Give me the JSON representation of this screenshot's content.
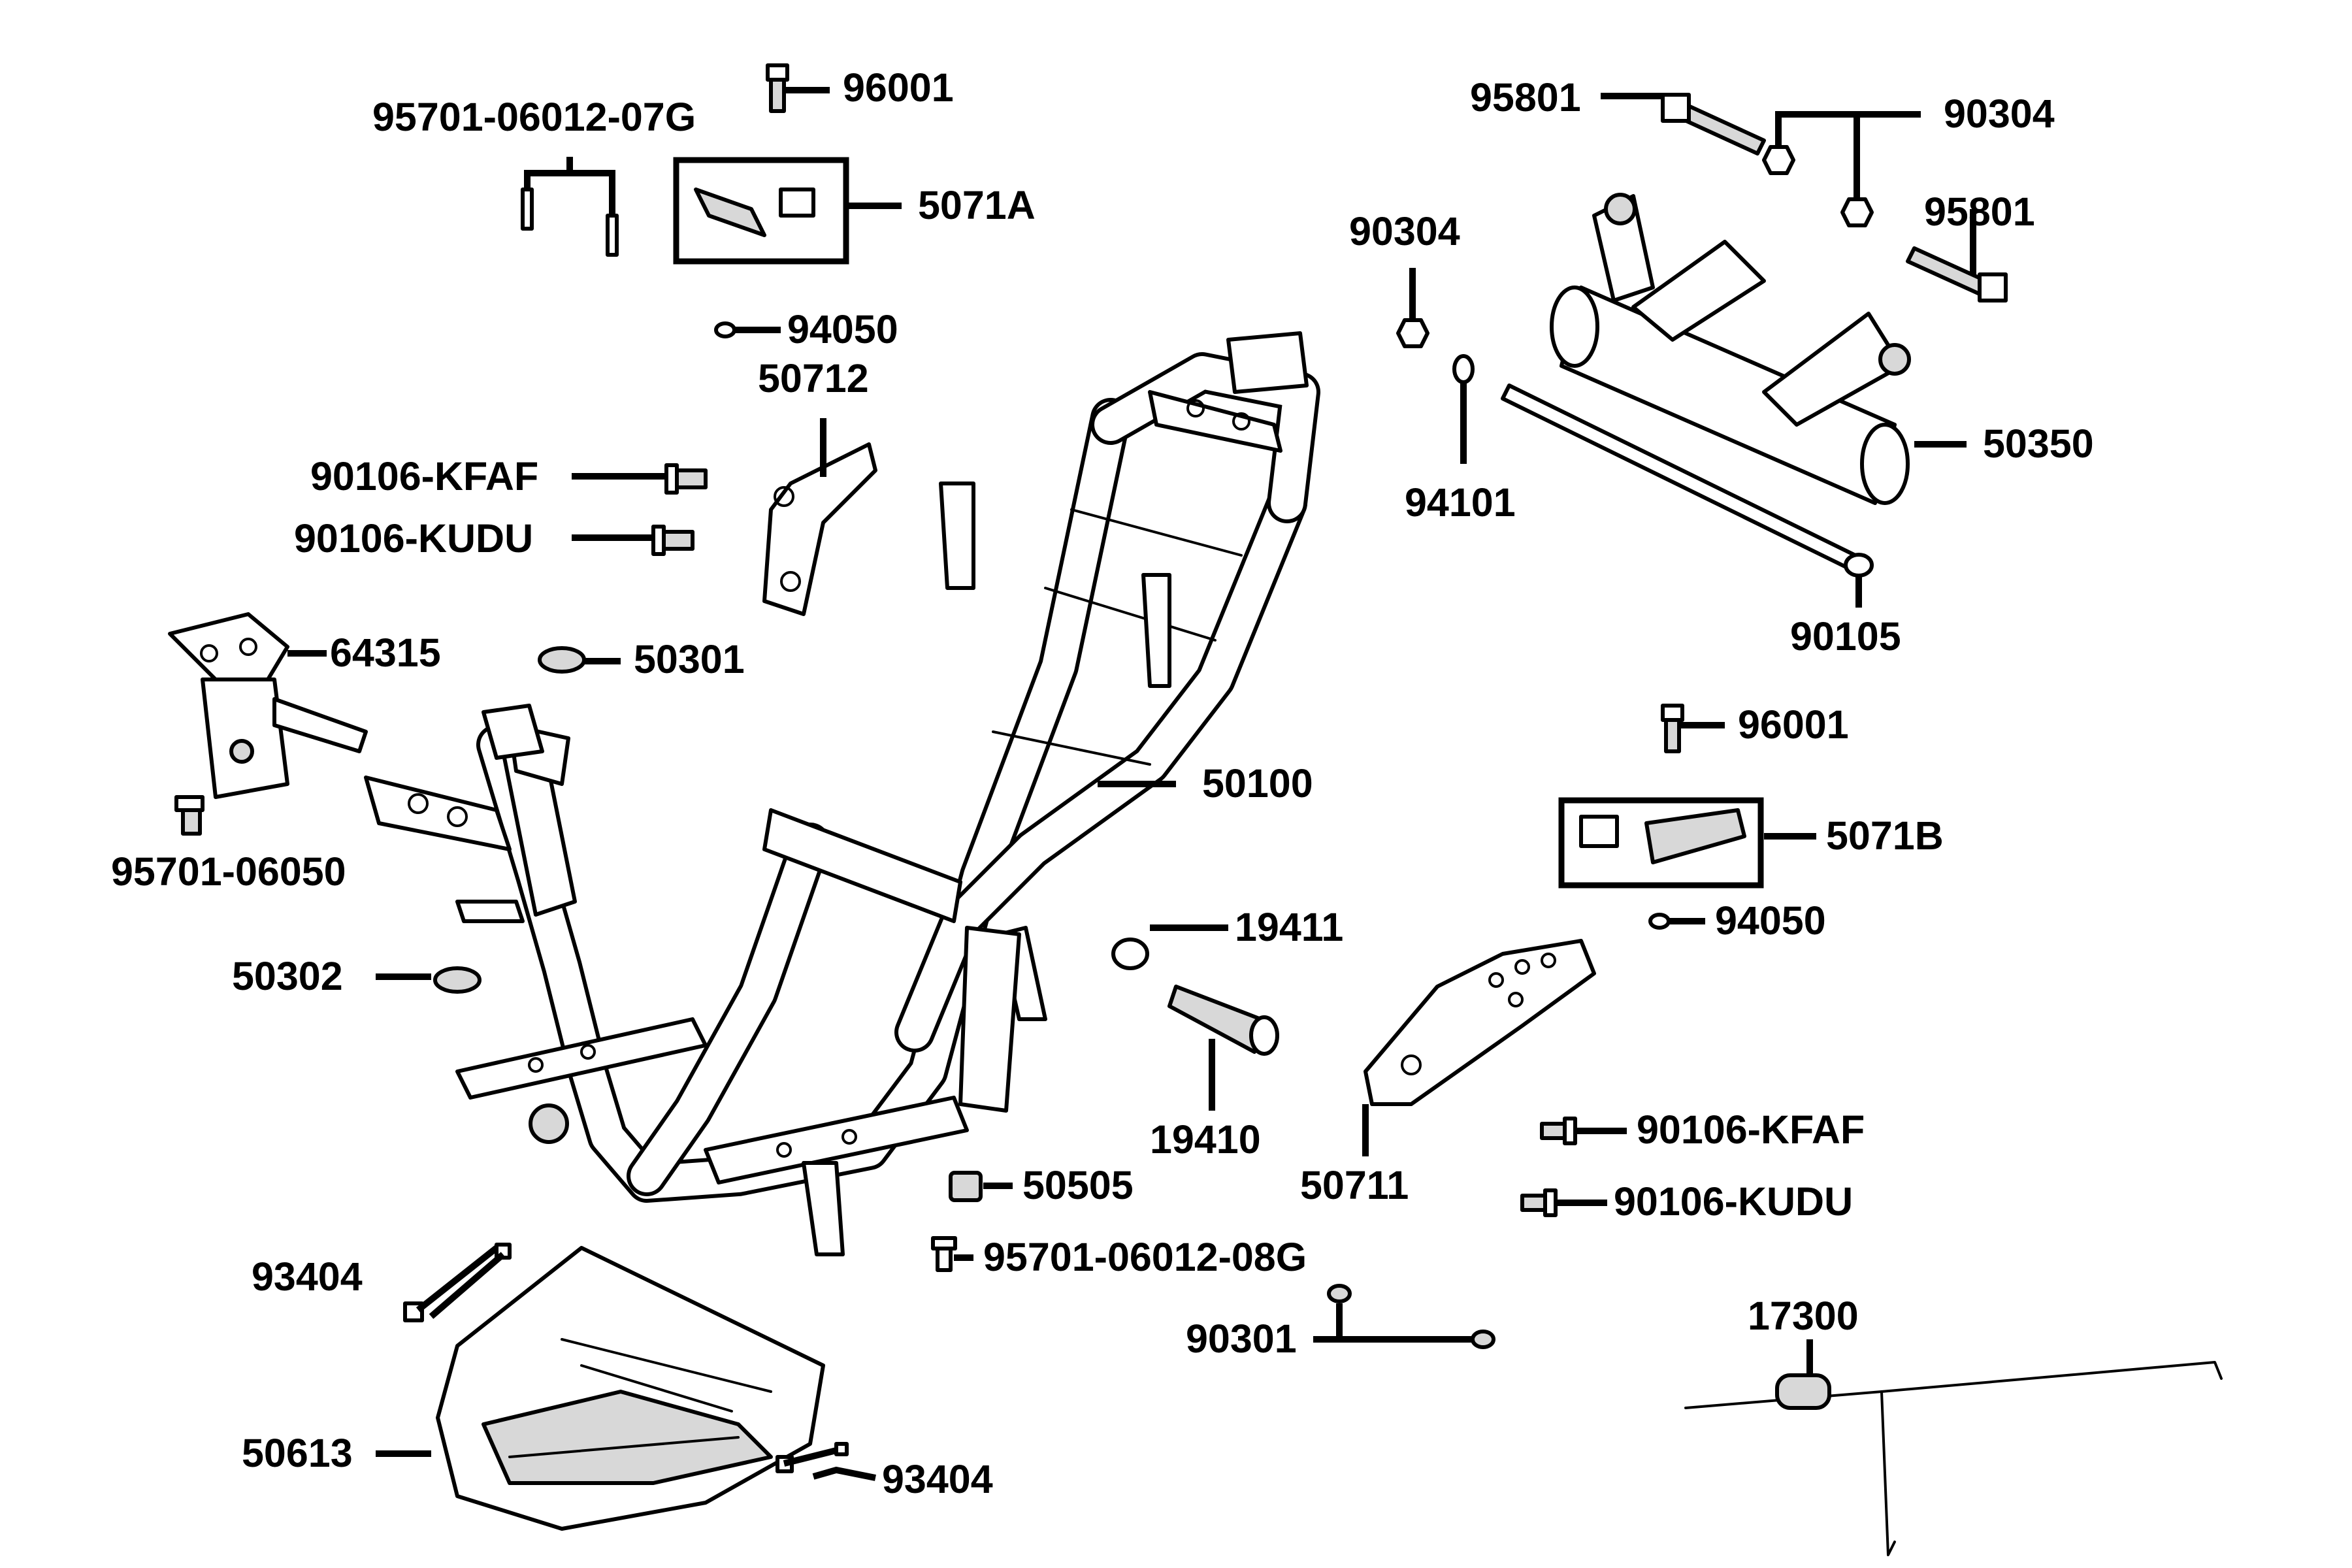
{
  "colors": {
    "ink": "#000000",
    "paper": "#ffffff",
    "shade": "#d8d8d8"
  },
  "labels": {
    "p96001_top": "96001",
    "p95701_06012_07G": "95701-06012-07G",
    "p5071A": "5071A",
    "p94050_top": "94050",
    "p50712": "50712",
    "p90106_KFAF_left": "90106-KFAF",
    "p90106_KUDU_left": "90106-KUDU",
    "p64315": "64315",
    "p50301": "50301",
    "p95701_06050": "95701-06050",
    "p50302": "50302",
    "p95801_top": "95801",
    "p90304_top": "90304",
    "p90304_mid": "90304",
    "p95801_right": "95801",
    "p94101": "94101",
    "p50350": "50350",
    "p90105": "90105",
    "p96001_right": "96001",
    "p5071B": "5071B",
    "p94050_right": "94050",
    "p50100": "50100",
    "p19411": "19411",
    "p19410": "19410",
    "p50711": "50711",
    "p90106_KFAF_right": "90106-KFAF",
    "p90106_KUDU_right": "90106-KUDU",
    "p50505": "50505",
    "p95701_06012_08G": "95701-06012-08G",
    "p90301": "90301",
    "p93404_upper": "93404",
    "p50613": "50613",
    "p93404_lower": "93404",
    "p17300": "17300"
  }
}
